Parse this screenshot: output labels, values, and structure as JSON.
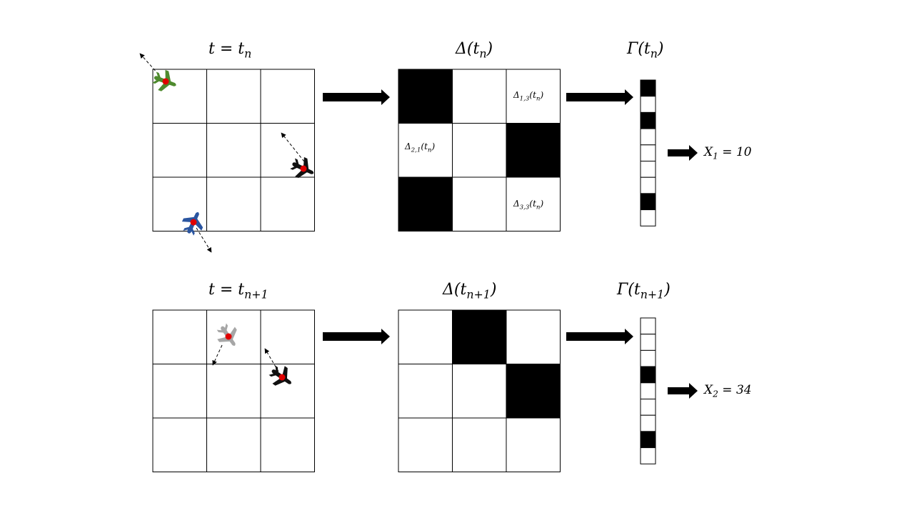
{
  "rows": [
    {
      "grid_title": {
        "base": "t = t",
        "sub": "n"
      },
      "delta_title": {
        "base": "Δ(t",
        "sub": "n",
        "close": ")"
      },
      "gamma_title": {
        "base": "Γ(t",
        "sub": "n",
        "close": ")"
      },
      "delta_cells": [
        [
          1,
          0,
          0
        ],
        [
          0,
          0,
          1
        ],
        [
          1,
          0,
          0
        ]
      ],
      "gamma_cells": [
        1,
        0,
        1,
        0,
        0,
        0,
        0,
        1,
        0
      ],
      "delta_labels": [
        {
          "row": 0,
          "col": 2,
          "text": "Δ",
          "sub": "1,3",
          "arg": "(t",
          "arg_sub": "n",
          "close": ")"
        },
        {
          "row": 1,
          "col": 0,
          "text": "Δ",
          "sub": "2,1",
          "arg": "(t",
          "arg_sub": "n",
          "close": ")"
        },
        {
          "row": 2,
          "col": 2,
          "text": "Δ",
          "sub": "3,3",
          "arg": "(t",
          "arg_sub": "n",
          "close": ")"
        }
      ],
      "result": {
        "var": "X",
        "sub": "1",
        "eq": " = 10"
      },
      "planes": [
        {
          "name": "green-plane-icon",
          "color": "#4e8a2e",
          "dot": "#e00000"
        },
        {
          "name": "black-plane-icon",
          "color": "#111111",
          "dot": "#e00000"
        },
        {
          "name": "blue-plane-icon",
          "color": "#2a55a0",
          "dot": "#e00000"
        }
      ]
    },
    {
      "grid_title": {
        "base": "t = t",
        "sub": "n+1"
      },
      "delta_title": {
        "base": "Δ(t",
        "sub": "n+1",
        "close": ")"
      },
      "gamma_title": {
        "base": "Γ(t",
        "sub": "n+1",
        "close": ")"
      },
      "delta_cells": [
        [
          0,
          1,
          0
        ],
        [
          0,
          0,
          1
        ],
        [
          0,
          0,
          0
        ]
      ],
      "gamma_cells": [
        0,
        0,
        0,
        1,
        0,
        0,
        0,
        1,
        0
      ],
      "delta_labels": [],
      "result": {
        "var": "X",
        "sub": "2",
        "eq": " = 34"
      },
      "planes": [
        {
          "name": "gray-plane-icon",
          "color": "#a6a6a6",
          "dot": "#e00000"
        },
        {
          "name": "black-plane-icon",
          "color": "#111111",
          "dot": "#e00000"
        }
      ]
    }
  ]
}
